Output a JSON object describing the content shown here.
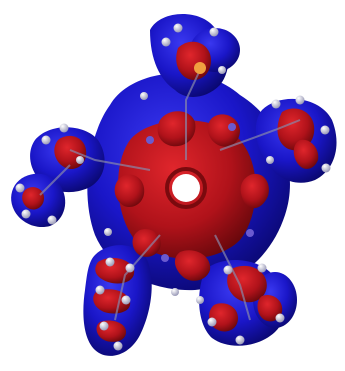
{
  "image": {
    "kind": "molecular-isosurface-render",
    "background_color": "#ffffff",
    "palette": {
      "negative_lobe": "#1a16c8",
      "negative_lobe_dark": "#0c0a8a",
      "positive_lobe": "#c0141a",
      "positive_lobe_dark": "#7a0a0e",
      "hydrogen_atom": "#d8d8e6",
      "nitrogen_atom": "#5a5ab8",
      "heavy_atom_highlight": "#f0a040"
    },
    "regions": [
      "central-ring-core",
      "top-substituent",
      "right-substituent",
      "left-substituent",
      "left-lower-lobe",
      "lower-left-chain",
      "lower-right-substituent"
    ]
  }
}
